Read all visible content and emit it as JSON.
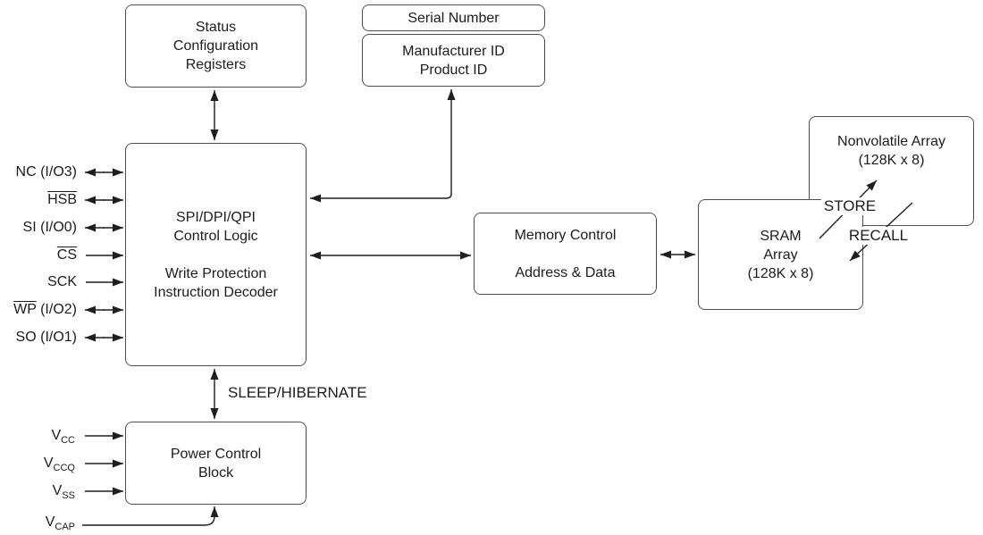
{
  "diagram": {
    "title_semantic": "nvSRAM SPI/DPI/QPI block diagram",
    "boxes": {
      "status": {
        "label": "Status\nConfiguration\nRegisters"
      },
      "serial": {
        "label": "Serial Number"
      },
      "manufacturer": {
        "label": "Manufacturer ID\nProduct ID"
      },
      "control": {
        "label": "SPI/DPI/QPI\nControl Logic\n\nWrite Protection\nInstruction Decoder"
      },
      "memory": {
        "label": "Memory Control\n\nAddress & Data"
      },
      "sram": {
        "label": "SRAM\nArray\n(128K x 8)"
      },
      "nonvolatile": {
        "label": "Nonvolatile Array\n(128K x 8)"
      },
      "power": {
        "label": "Power Control\nBlock"
      }
    },
    "pins": {
      "nc": {
        "text": "NC (I/O3)",
        "overline": false,
        "direction": "bidirectional"
      },
      "hsb": {
        "text": "HSB",
        "overline": true,
        "direction": "bidirectional"
      },
      "si": {
        "text": "SI (I/O0)",
        "overline": false,
        "direction": "bidirectional"
      },
      "cs": {
        "text": "CS",
        "overline": true,
        "direction": "input"
      },
      "sck": {
        "text": "SCK",
        "overline": false,
        "direction": "input"
      },
      "wp": {
        "text": "WP",
        "suffix": " (I/O2)",
        "overline": true,
        "direction": "bidirectional"
      },
      "so": {
        "text": "SO (I/O1)",
        "overline": false,
        "direction": "bidirectional"
      }
    },
    "power_pins": {
      "vcc": {
        "base": "V",
        "sub": "CC"
      },
      "vccq": {
        "base": "V",
        "sub": "CCQ"
      },
      "vss": {
        "base": "V",
        "sub": "SS"
      },
      "vcap": {
        "base": "V",
        "sub": "CAP"
      }
    },
    "labels": {
      "sleep": "SLEEP/HIBERNATE",
      "store": "STORE",
      "recall": "RECALL"
    },
    "colors": {
      "background": "#ffffff",
      "box_border": "#4f4f4f",
      "line": "#1f1f1f",
      "text": "#1c1c1c"
    }
  }
}
